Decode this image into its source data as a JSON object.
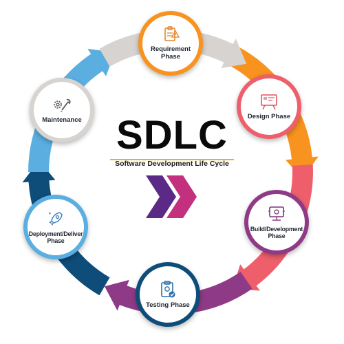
{
  "diagram": {
    "title": "SDLC",
    "subtitle": "Software Development Life Cycle",
    "phases": [
      {
        "label": "Requirement Phase",
        "icon": "requirement-clipboard-icon",
        "color": "#F7931E"
      },
      {
        "label": "Design Phase",
        "icon": "design-board-icon",
        "color": "#EE5F6B"
      },
      {
        "label": "Build/Development Phase",
        "icon": "build-monitor-icon",
        "color": "#8E3A86"
      },
      {
        "label": "Testing Phase",
        "icon": "testing-clipboard-icon",
        "color": "#0E4C7A"
      },
      {
        "label": "Deployment/Deliver Phase",
        "icon": "rocket-icon",
        "color": "#5AAEE0"
      },
      {
        "label": "Maintenance",
        "icon": "wrench-gear-icon",
        "color": "#D6D3D0"
      }
    ],
    "accent_color": "#E7B80B",
    "chevron_colors": [
      "#5B2A86",
      "#C2307E"
    ]
  }
}
